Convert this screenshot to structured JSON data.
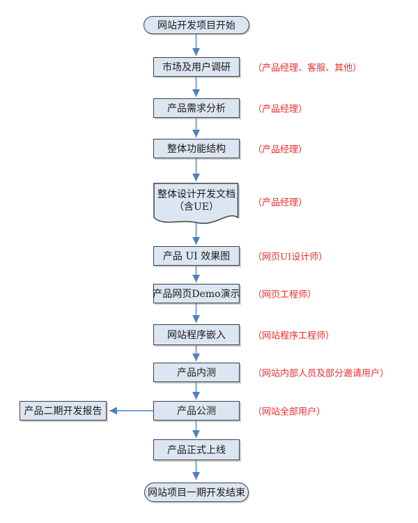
{
  "colors": {
    "node-fill": "#dce6f2",
    "node-border": "#3f3f3f",
    "arrow": "#4f81bd",
    "annotation": "#ee2a2a",
    "text": "#1a1a1a"
  },
  "flowchart": {
    "start": {
      "label": "网站开发项目开始"
    },
    "steps": [
      {
        "label": "市场及用户调研",
        "annotation": "（产品经理、客服、其他）"
      },
      {
        "label": "产品需求分析",
        "annotation": "（产品经理）"
      },
      {
        "label": "整体功能结构",
        "annotation": "（产品经理）"
      },
      {
        "shape": "document",
        "label_line1": "整体设计开发文档",
        "label_line2": "（含UE）",
        "annotation": "（产品经理）"
      },
      {
        "label": "产品 UI 效果图",
        "annotation": "（网页UI设计师）"
      },
      {
        "label": "产品网页Demo演示",
        "annotation": "（网页工程师）"
      },
      {
        "label": "网站程序嵌入",
        "annotation": "（网站程序工程师）"
      },
      {
        "label": "产品内测",
        "annotation": "（网站内部人员及部分邀请用户）"
      },
      {
        "label": "产品公测",
        "annotation": "（网站全部用户）"
      },
      {
        "label": "产品正式上线"
      }
    ],
    "side_branch": {
      "label": "产品二期开发报告"
    },
    "end": {
      "label": "网站项目一期开发结束"
    }
  }
}
